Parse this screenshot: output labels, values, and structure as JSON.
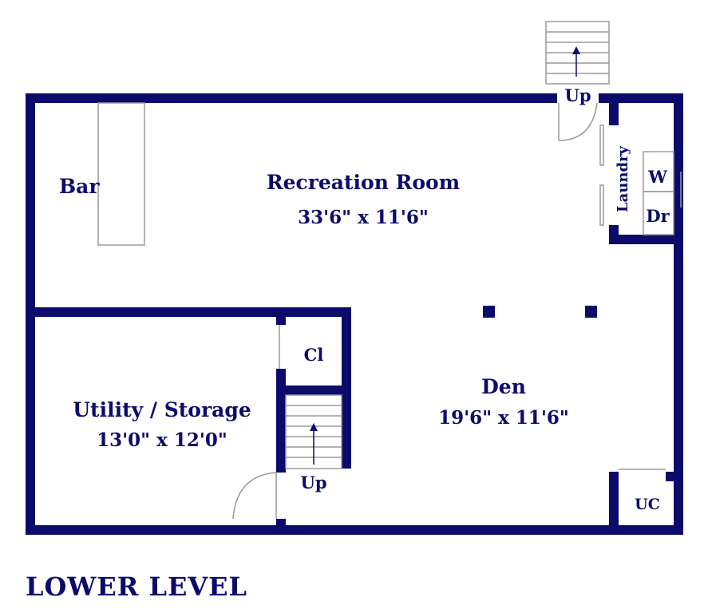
{
  "rooms": {
    "recreation": {
      "name": "Recreation Room",
      "dims": "33'6\" x 11'6\""
    },
    "den": {
      "name": "Den",
      "dims": "19'6\" x 11'6\""
    },
    "utility": {
      "name": "Utility / Storage",
      "dims": "13'0\" x 12'0\""
    }
  },
  "labels": {
    "bar": "Bar",
    "closet": "Cl",
    "laundry": "Laundry",
    "washer": "W",
    "dryer": "Dr",
    "unfinished_closet": "UC",
    "stair_up_top": "Up",
    "stair_up_bottom": "Up"
  },
  "floor_title": "LOWER LEVEL",
  "colors": {
    "wall": "#0b0b6b",
    "fixture": "#9a9a9a",
    "background": "#ffffff"
  }
}
